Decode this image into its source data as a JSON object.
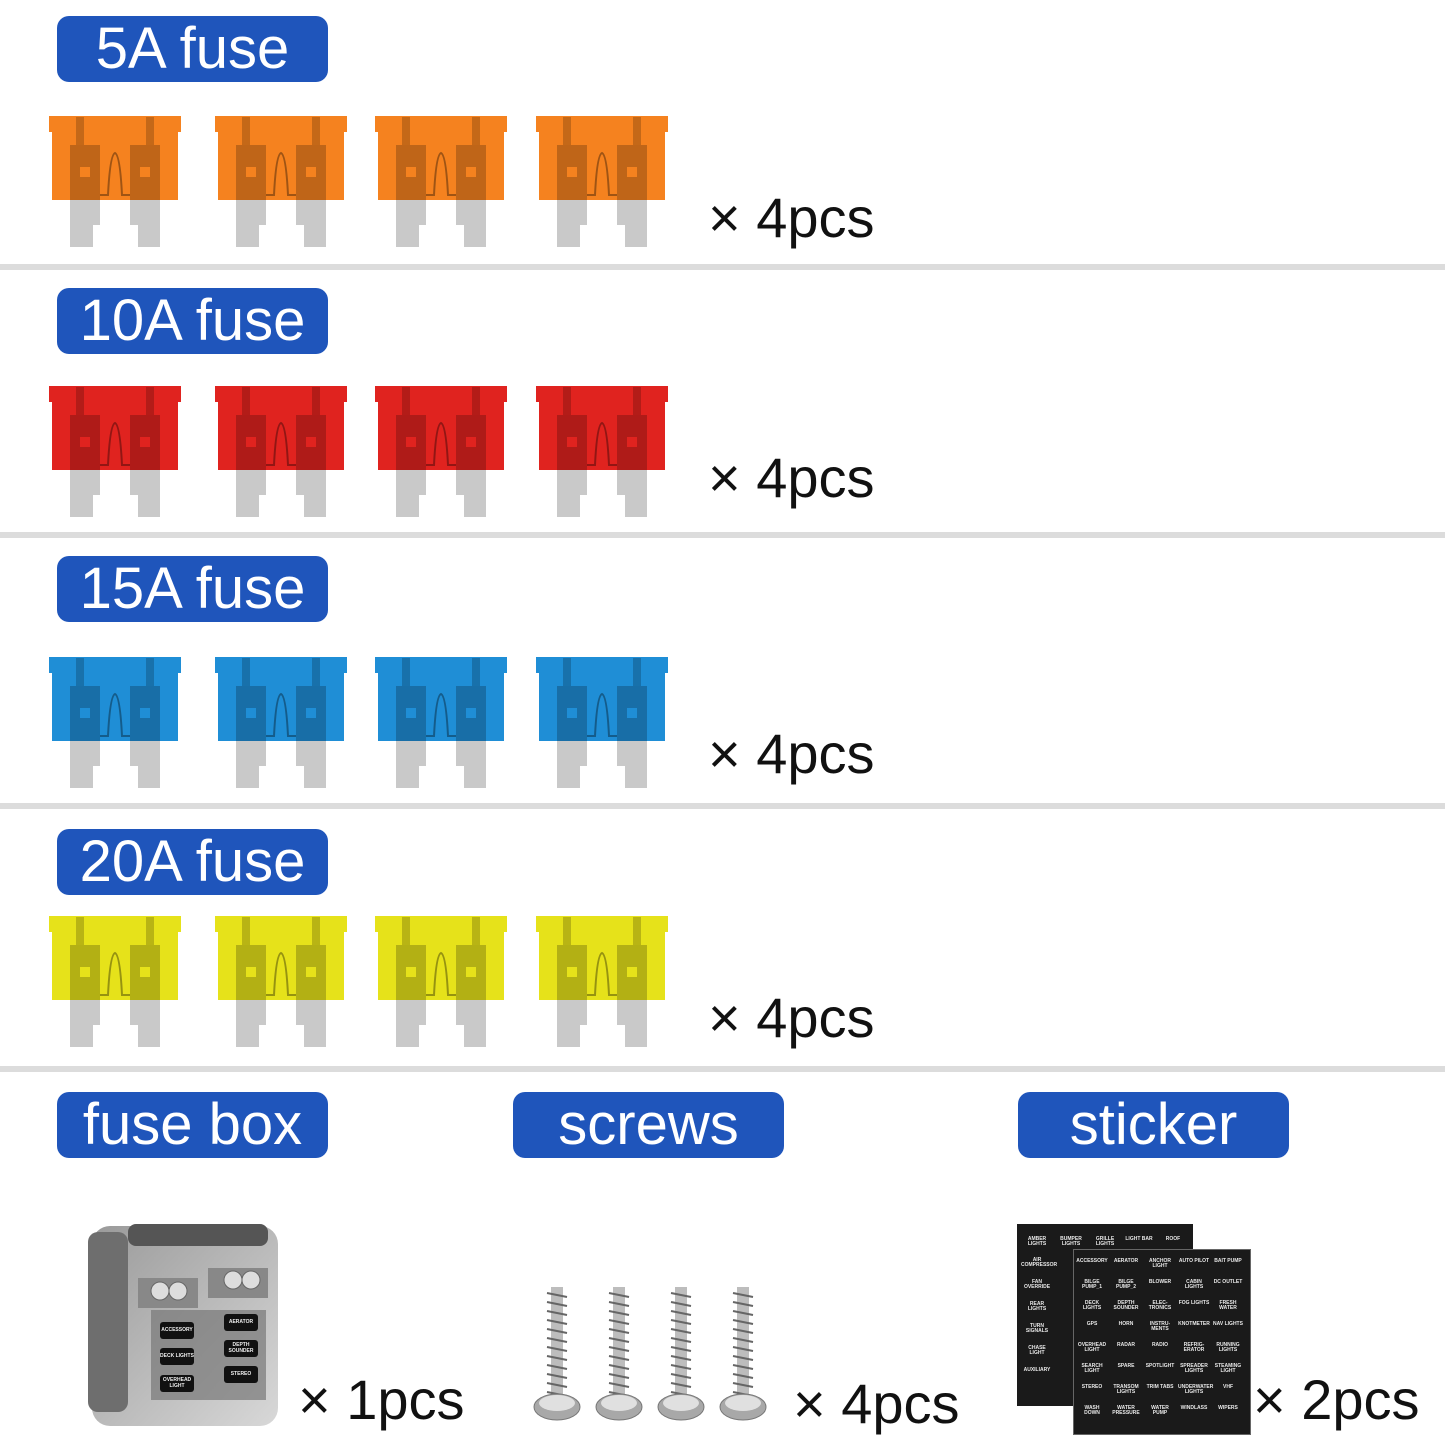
{
  "sections": [
    {
      "label": "5A fuse",
      "quantity": "× 4pcs",
      "fuse_count": 4,
      "fuse_color": "#f5821f"
    },
    {
      "label": "10A fuse",
      "quantity": "× 4pcs",
      "fuse_count": 4,
      "fuse_color": "#e0231f"
    },
    {
      "label": "15A fuse",
      "quantity": "× 4pcs",
      "fuse_count": 4,
      "fuse_color": "#1f8ed6"
    },
    {
      "label": "20A fuse",
      "quantity": "× 4pcs",
      "fuse_count": 4,
      "fuse_color": "#e6e21a"
    }
  ],
  "accessories": {
    "fuse_box": {
      "label": "fuse box",
      "quantity": "× 1pcs",
      "slot_labels": [
        "ACCESSORY",
        "DECK LIGHTS",
        "OVERHEAD LIGHT",
        "AERATOR",
        "DEPTH SOUNDER",
        "STEREO"
      ]
    },
    "screws": {
      "label": "screws",
      "quantity": "× 4pcs",
      "count": 4
    },
    "sticker": {
      "label": "sticker",
      "quantity": "× 2pcs",
      "back_sheet_top": [
        "AMBER LIGHTS",
        "BUMPER LIGHTS",
        "GRILLE LIGHTS",
        "LIGHT BAR",
        "ROOF"
      ],
      "back_sheet_left": [
        "AIR COMPRESSOR",
        "FAN OVERRIDE",
        "REAR LIGHTS",
        "TURN SIGNALS",
        "CHASE LIGHT",
        "AUXILIARY"
      ],
      "front_sheet": [
        "ACCESSORY",
        "AERATOR",
        "ANCHOR LIGHT",
        "AUTO PILOT",
        "BAIT PUMP",
        "BILGE PUMP_1",
        "BILGE PUMP_2",
        "BLOWER",
        "CABIN LIGHTS",
        "DC OUTLET",
        "DECK LIGHTS",
        "DEPTH SOUNDER",
        "ELEC-TRONICS",
        "FOG LIGHTS",
        "FRESH WATER",
        "GPS",
        "HORN",
        "INSTRU-MENTS",
        "KNOTMETER",
        "NAV LIGHTS",
        "OVERHEAD LIGHT",
        "RADAR",
        "RADIO",
        "REFRIG-ERATOR",
        "RUNNING LIGHTS",
        "SEARCH LIGHT",
        "SPARE",
        "SPOTLIGHT",
        "SPREADER LIGHTS",
        "STEAMING LIGHT",
        "STEREO",
        "TRANSOM LIGHTS",
        "TRIM TABS",
        "UNDERWATER LIGHTS",
        "VHF",
        "WASH DOWN",
        "WATER PRESSURE",
        "WATER PUMP",
        "WINDLASS",
        "WIPERS"
      ]
    }
  }
}
